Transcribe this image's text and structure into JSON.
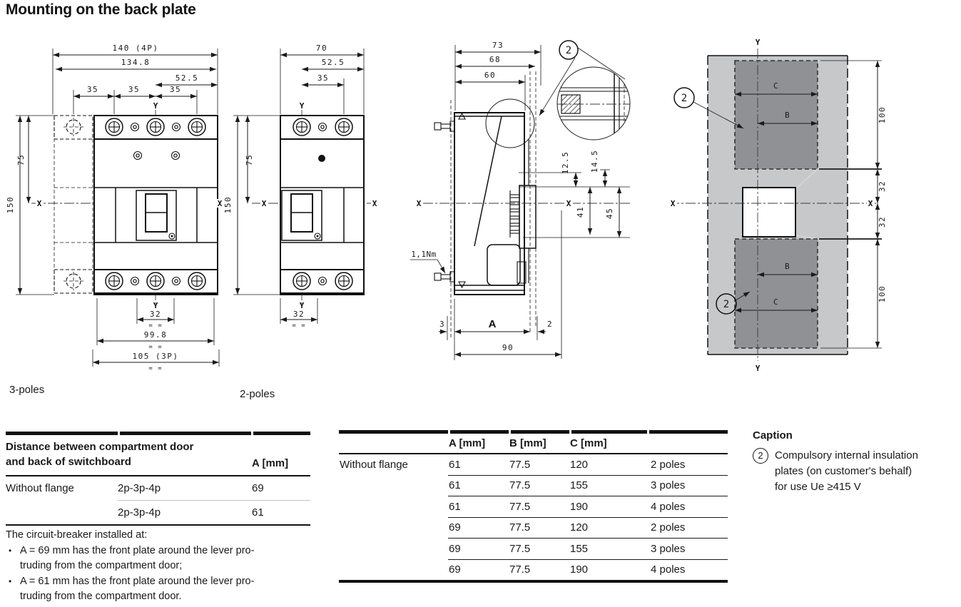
{
  "page": {
    "title": "Mounting on the back plate"
  },
  "diagrams": {
    "three_pole": {
      "label": "3-poles",
      "d140": "140 (4P)",
      "d134": "134.8",
      "d525": "52.5",
      "d35a": "35",
      "d35b": "35",
      "d35c": "35",
      "d75": "75",
      "d150": "150",
      "d32": "32",
      "d998": "99.8",
      "d105": "105 (3P)",
      "tol": "= =",
      "xl": "X",
      "xr": "X",
      "yt": "Y",
      "yb": "Y"
    },
    "two_pole": {
      "label": "2-poles",
      "d70": "70",
      "d525": "52.5",
      "d35": "35",
      "d75": "75",
      "d150": "150",
      "d32": "32",
      "tol": "= =",
      "xl": "X",
      "xr": "X",
      "yt": "Y",
      "yb": "Y"
    },
    "side": {
      "d73": "73",
      "d68": "68",
      "d60": "60",
      "d125": "12.5",
      "d145": "14.5",
      "d41": "41",
      "d45": "45",
      "torque": "1,1Nm",
      "d3": "3",
      "dA": "A",
      "d2": "2",
      "d90": "90",
      "callout": "2",
      "xl": "X",
      "xm": "X"
    },
    "back_plate": {
      "callout": "2",
      "cC": "C",
      "cB": "B",
      "d100": "100",
      "d32": "32",
      "xl": "X",
      "xr": "X",
      "yt": "Y",
      "yb": "Y"
    }
  },
  "left_table": {
    "title_line1": "Distance between compartment door",
    "title_line2": "and back of switchboard",
    "col_a": "A [mm]",
    "rows": [
      {
        "c1": "Without flange",
        "c2": "2p-3p-4p",
        "a": "69"
      },
      {
        "c1": "",
        "c2": "2p-3p-4p",
        "a": "61"
      }
    ],
    "note_intro": "The circuit-breaker installed at:",
    "bullet": "•",
    "notes": [
      {
        "l1": "A = 69 mm has the front plate around the lever pro-",
        "l2": "truding from the compartment door;"
      },
      {
        "l1": "A = 61 mm has the front plate around the lever pro-",
        "l2": "truding from the compartment door."
      }
    ]
  },
  "middle_table": {
    "headers": {
      "a": "A [mm]",
      "b": "B [mm]",
      "c": "C [mm]"
    },
    "rows": [
      [
        "Without flange",
        "61",
        "77.5",
        "120",
        "2 poles"
      ],
      [
        "",
        "61",
        "77.5",
        "155",
        "3 poles"
      ],
      [
        "",
        "61",
        "77.5",
        "190",
        "4 poles"
      ],
      [
        "",
        "69",
        "77.5",
        "120",
        "2 poles"
      ],
      [
        "",
        "69",
        "77.5",
        "155",
        "3 poles"
      ],
      [
        "",
        "69",
        "77.5",
        "190",
        "4 poles"
      ]
    ]
  },
  "caption": {
    "title": "Caption",
    "num": "2",
    "line1": "Compulsory internal insulation",
    "line2": "plates (on customer's behalf)",
    "line3": "for use Ue ≥415 V"
  },
  "colors": {
    "plate_light": "#c6c8ca",
    "plate_dark": "#8f9194",
    "ink": "#1a1a1a"
  }
}
